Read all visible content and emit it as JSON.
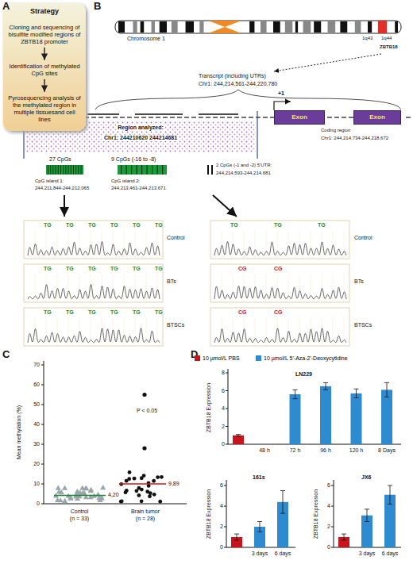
{
  "diagram": {
    "nodes": [
      {
        "text": [
          "Strategy"
        ]
      },
      {
        "text": [
          "Cloning and sequencing of bisulfite modified regions of ZBTB18 promoter"
        ],
        "in": 0
      },
      {
        "text": [
          "Identification of methylated CpG sites"
        ],
        "in": 0
      },
      {
        "text": [
          "Pyrosequencing analysis of the methylated region in multiple tissuesand cell lines"
        ],
        "in": 0
      },
      {
        "text": [
          "Exon"
        ]
      },
      {
        "text": [
          "Exon"
        ]
      }
    ],
    "edges": [
      {
        "from": 1,
        "to": 2,
        "arrow": "to"
      },
      {
        "from": 2,
        "to": 3,
        "arrow": "to"
      }
    ],
    "labels": [
      "A",
      "B",
      "Chromosome 1",
      "1q43",
      "1q44",
      "ZBTB18",
      "Transcript (including UTRs)",
      "Chr1: 244,214,561-244,220,780",
      "+1",
      "Coding region",
      "Chr1: 244,214,734-244,218,672",
      "Region analyzed:",
      "Chr1: 244210620   244214681",
      "27 CpGs",
      "CpG island 1:",
      "244,211,844-244,212,065",
      "9 CpGs (-16 to -8)",
      "CpG island 2:",
      "244,213,461-244,213,671",
      "2 CpGs (-1 and -2) 5'UTR:",
      "244,214,593-244,214,681",
      "TG",
      "TG",
      "TG",
      "TG",
      "TG",
      "TG",
      "Control",
      "TG",
      "TG",
      "TG",
      "TG",
      "TG",
      "TG",
      "BTs",
      "TG",
      "TG",
      "TG",
      "TG",
      "TG",
      "TG",
      "BTSCs",
      "TG",
      "TG",
      "TG",
      "Control",
      "CG",
      "CG",
      "BTs",
      "CG",
      "CG",
      "BTSCs",
      "C",
      "0",
      "10",
      "20",
      "30",
      "40",
      "50",
      "60",
      "70",
      "Mean methylation (%)",
      "P < 0.05",
      "4,20",
      "9,89",
      "Control",
      "(n = 33)",
      "Brain tumor",
      "(n = 28)",
      "D",
      "LN229",
      "ZBTB18 Expression",
      "0",
      "2",
      "4",
      "6",
      "8",
      "48 h",
      "72 h",
      "96 h",
      "120 h",
      "8 Days",
      "161s",
      "ZBTB18 Expression",
      "0",
      "2",
      "4",
      "6",
      "3 days",
      "6 days",
      "JX6",
      "ZBTB18 Expression",
      "0",
      "2",
      "4",
      "6",
      "3 days",
      "6 days"
    ],
    "legend": [
      {
        "text": "10 µmol/L PBS",
        "color": "#c8141c"
      },
      {
        "text": "10 µmol/L 5'-Aza-2'-Deoxycytidine",
        "color": "#2e8bd0"
      }
    ]
  }
}
